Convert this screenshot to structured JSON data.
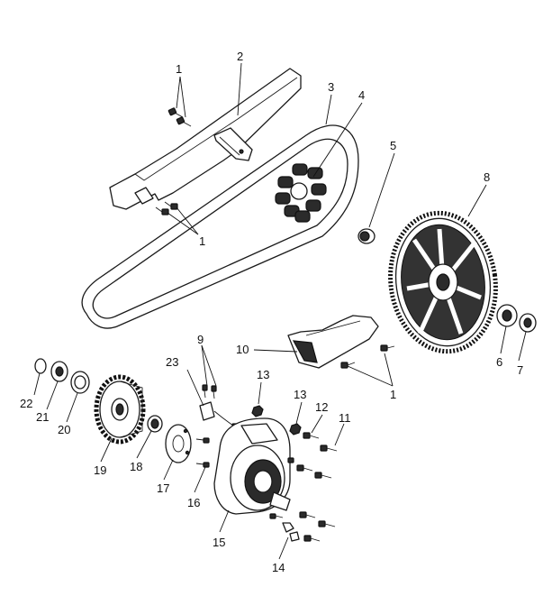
{
  "callouts": {
    "c1a": "1",
    "c2": "2",
    "c3": "3",
    "c4": "4",
    "c5": "5",
    "c8": "8",
    "c1b": "1",
    "c9": "9",
    "c10": "10",
    "c1c": "1",
    "c23": "23",
    "c13a": "13",
    "c13b": "13",
    "c12": "12",
    "c11": "11",
    "c22": "22",
    "c21": "21",
    "c20": "20",
    "c6": "6",
    "c7": "7",
    "c19": "19",
    "c18": "18",
    "c17": "17",
    "c16": "16",
    "c15": "15",
    "c14": "14"
  }
}
